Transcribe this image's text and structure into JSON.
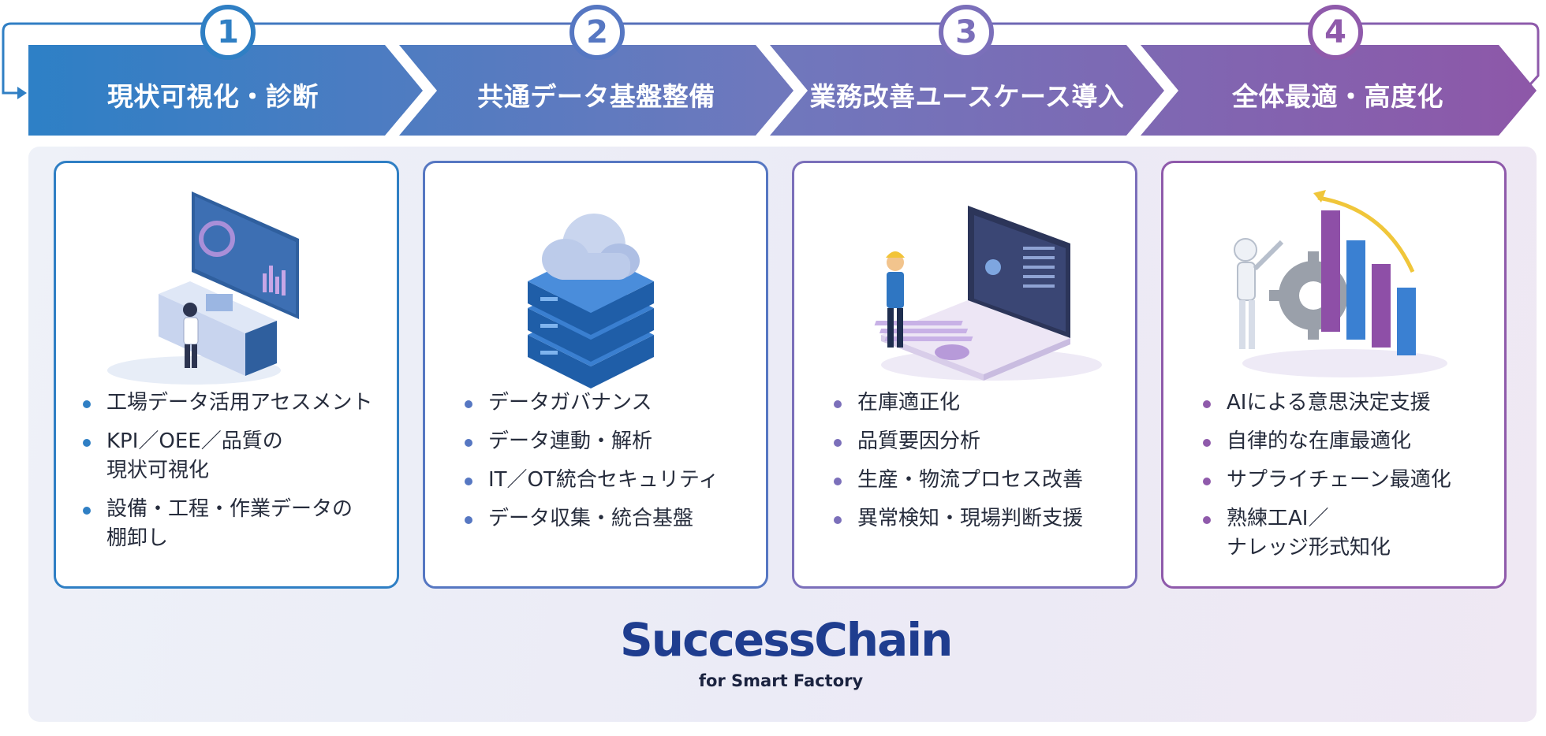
{
  "steps": [
    {
      "number": "1",
      "title": "現状可視化・診断",
      "color": "#2f7fc4",
      "items": [
        "工場データ活用アセスメント",
        "KPI／OEE／品質の\n現状可視化",
        "設備・工程・作業データの\n棚卸し"
      ]
    },
    {
      "number": "2",
      "title": "共通データ基盤整備",
      "color": "#5677c2",
      "items": [
        "データガバナンス",
        "データ連動・解析",
        "IT／OT統合セキュリティ",
        "データ収集・統合基盤"
      ]
    },
    {
      "number": "3",
      "title": "業務改善ユースケース導入",
      "color": "#7b6fba",
      "items": [
        "在庫適正化",
        "品質要因分析",
        "生産・物流プロセス改善",
        "異常検知・現場判断支援"
      ]
    },
    {
      "number": "4",
      "title": "全体最適・高度化",
      "color": "#8f5aab",
      "items": [
        "AIによる意思決定支援",
        "自律的な在庫最適化",
        "サプライチェーン最適化",
        "熟練工AI／\nナレッジ形式知化"
      ]
    }
  ],
  "icons": [
    "control-room-icon",
    "cloud-server-icon",
    "laptop-worker-icon",
    "robot-growth-chart-icon"
  ],
  "logo": {
    "name": "SuccessChain",
    "tagline": "for Smart Factory",
    "color": "#1f3d8f"
  }
}
